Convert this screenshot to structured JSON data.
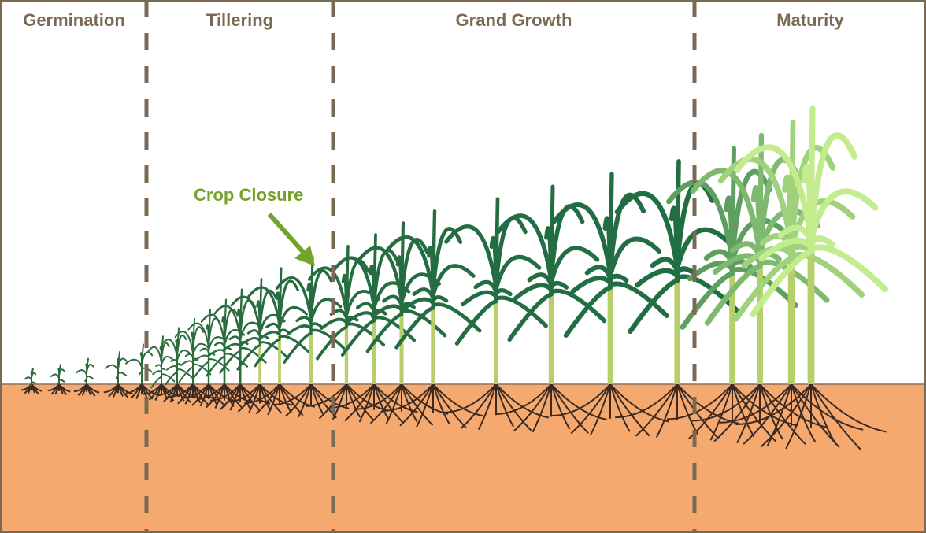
{
  "title": "Sugarcane crop growth stages",
  "stages": [
    {
      "label": "Germination"
    },
    {
      "label": "Tillering"
    },
    {
      "label": "Grand Growth"
    },
    {
      "label": "Maturity"
    }
  ],
  "annotation": {
    "label": "Crop Closure",
    "color": "#76a22c"
  },
  "colors": {
    "soil": "#f6a96e",
    "divider": "#7a6a55",
    "young_leaf": "#1f6e45",
    "mature_leaf": "#9ccf7c",
    "roots": "#3a2a22"
  }
}
